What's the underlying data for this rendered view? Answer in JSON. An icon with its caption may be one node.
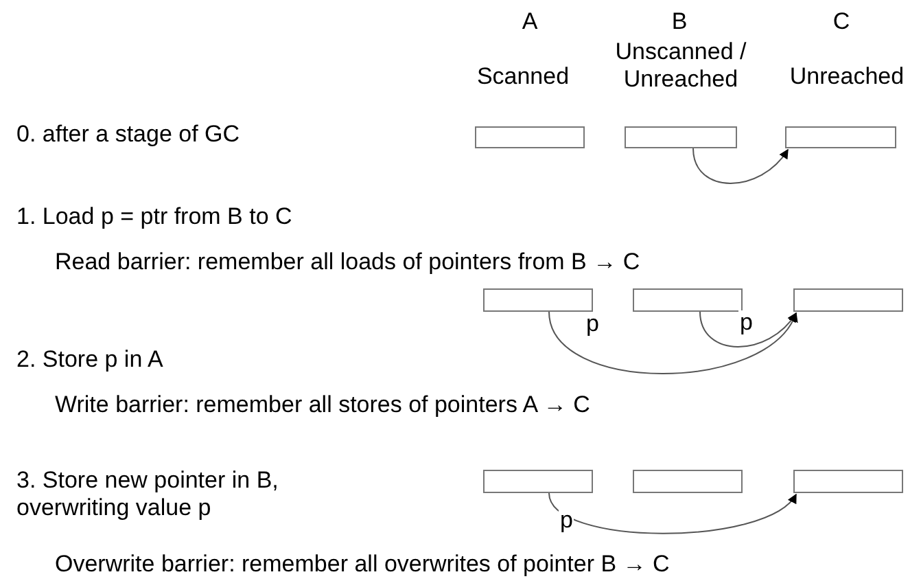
{
  "diagram": {
    "nodes": [
      {
        "text": [],
        "shape": "box"
      },
      {
        "text": [],
        "shape": "box"
      },
      {
        "text": [],
        "shape": "box"
      },
      {
        "text": [],
        "shape": "box"
      },
      {
        "text": [],
        "shape": "box"
      },
      {
        "text": [],
        "shape": "box"
      },
      {
        "text": [],
        "shape": "box"
      },
      {
        "text": [],
        "shape": "box"
      },
      {
        "text": [],
        "shape": "box"
      }
    ],
    "edges": [
      {
        "from": 1,
        "to": 2,
        "arrow": "to"
      },
      {
        "from": 3,
        "to": 5,
        "arrow": "to",
        "label": "p"
      },
      {
        "from": 4,
        "to": 5,
        "arrow": "to",
        "label": "p"
      },
      {
        "from": 6,
        "to": 8,
        "arrow": "to",
        "label": "p"
      }
    ],
    "labels": [
      "A",
      "B",
      "C",
      "Scanned",
      "Unscanned / Unreached",
      "Unreached",
      "0. after a stage of GC",
      "1. Load p = ptr from B to C",
      "Read barrier: remember all loads of pointers from B → C",
      "2. Store p in A",
      "Write barrier: remember all stores of pointers A → C",
      "3. Store new pointer in B, overwriting value p",
      "Overwrite barrier: remember all overwrites of pointer B → C"
    ]
  }
}
